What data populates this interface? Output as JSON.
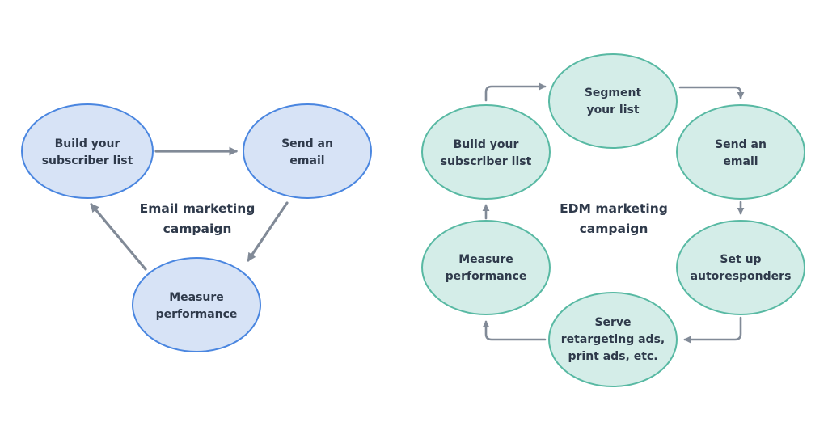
{
  "left_diagram": {
    "title_lines": [
      "Email marketing",
      "campaign"
    ],
    "nodes": {
      "build": [
        "Build your",
        "subscriber list"
      ],
      "send": [
        "Send an",
        "email"
      ],
      "measure": [
        "Measure",
        "performance"
      ]
    },
    "fill_color": "#d7e3f6",
    "stroke_color": "#4a86e0"
  },
  "right_diagram": {
    "title_lines": [
      "EDM marketing",
      "campaign"
    ],
    "nodes": {
      "build": [
        "Build your",
        "subscriber list"
      ],
      "segment": [
        "Segment",
        "your list"
      ],
      "send": [
        "Send an",
        "email"
      ],
      "autoresponders": [
        "Set up",
        "autoresponders"
      ],
      "serve": [
        "Serve",
        "retargeting ads,",
        "print ads, etc."
      ],
      "measure": [
        "Measure",
        "performance"
      ]
    },
    "fill_color": "#d4ede8",
    "stroke_color": "#58b9a3"
  },
  "arrow_color": "#818a97",
  "text_color": "#2f3a4b"
}
